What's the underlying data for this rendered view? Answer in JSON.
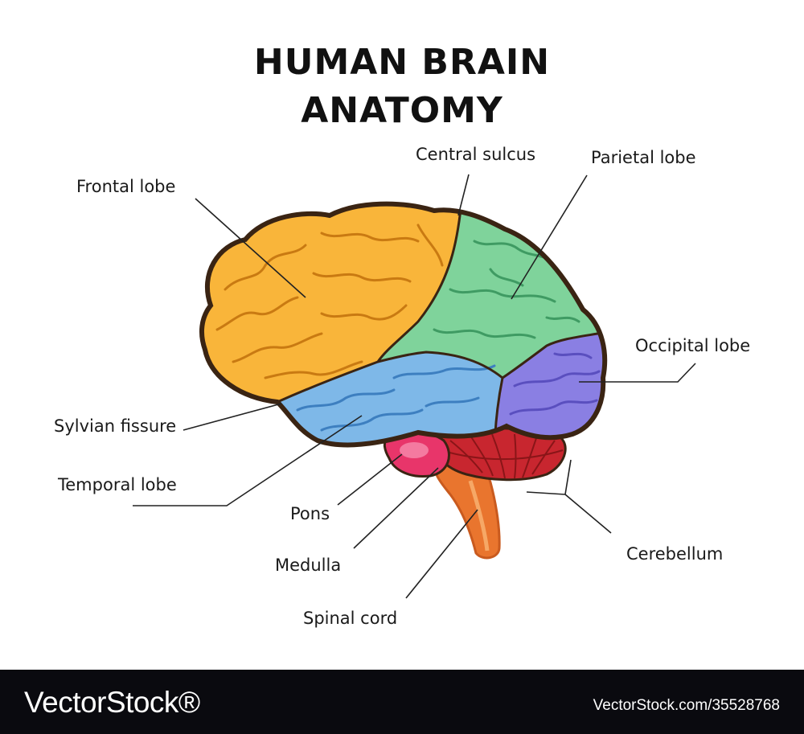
{
  "diagram": {
    "title_line1": "HUMAN BRAIN",
    "title_line2": "ANATOMY",
    "labels": {
      "frontal": "Frontal lobe",
      "central": "Central sulcus",
      "parietal": "Parietal lobe",
      "occipital": "Occipital lobe",
      "sylvian": "Sylvian fissure",
      "temporal": "Temporal lobe",
      "pons": "Pons",
      "medulla": "Medulla",
      "spinal": "Spinal cord",
      "cerebellum": "Cerebellum"
    },
    "colors": {
      "frontal": "#f9b53a",
      "parietal": "#7fd39b",
      "temporal": "#7eb8e8",
      "occipital": "#8a7fe3",
      "cerebellum": "#c8262f",
      "pons": "#e8356a",
      "spinal": "#e9752e",
      "outline": "#3a2413"
    }
  },
  "footer": {
    "brand": "VectorStock®",
    "image_id": "VectorStock.com/35528768"
  }
}
